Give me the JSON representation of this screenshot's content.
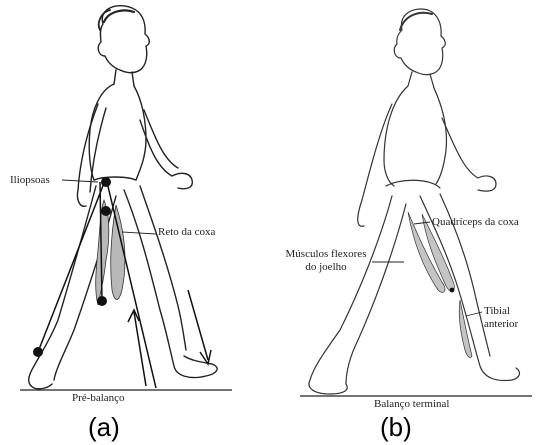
{
  "panel_a": {
    "labels": {
      "iliopsoas": "Iliopsoas",
      "reto_coxa": "Reto da coxa"
    },
    "phase": "Pré-balanço",
    "caption": "(a)"
  },
  "panel_b": {
    "labels": {
      "quadriceps": "Quadríceps da coxa",
      "flexores_1": "Músculos flexores",
      "flexores_2": "do joelho",
      "tibial_1": "Tibial",
      "tibial_2": "anterior"
    },
    "phase": "Balanço terminal",
    "caption": "(b)"
  }
}
